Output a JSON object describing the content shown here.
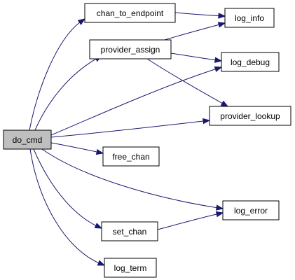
{
  "graph": {
    "nodes": [
      {
        "id": "do_cmd",
        "label": "do_cmd",
        "root": true
      },
      {
        "id": "chan_to_endpoint",
        "label": "chan_to_endpoint"
      },
      {
        "id": "provider_assign",
        "label": "provider_assign"
      },
      {
        "id": "log_info",
        "label": "log_info"
      },
      {
        "id": "log_debug",
        "label": "log_debug"
      },
      {
        "id": "provider_lookup",
        "label": "provider_lookup"
      },
      {
        "id": "free_chan",
        "label": "free_chan"
      },
      {
        "id": "log_error",
        "label": "log_error"
      },
      {
        "id": "set_chan",
        "label": "set_chan"
      },
      {
        "id": "log_term",
        "label": "log_term"
      }
    ],
    "edges": [
      {
        "from": "do_cmd",
        "to": "chan_to_endpoint"
      },
      {
        "from": "do_cmd",
        "to": "provider_assign"
      },
      {
        "from": "do_cmd",
        "to": "log_debug"
      },
      {
        "from": "do_cmd",
        "to": "provider_lookup"
      },
      {
        "from": "do_cmd",
        "to": "free_chan"
      },
      {
        "from": "do_cmd",
        "to": "log_error"
      },
      {
        "from": "do_cmd",
        "to": "set_chan"
      },
      {
        "from": "do_cmd",
        "to": "log_term"
      },
      {
        "from": "chan_to_endpoint",
        "to": "log_info"
      },
      {
        "from": "provider_assign",
        "to": "log_info"
      },
      {
        "from": "provider_assign",
        "to": "log_debug"
      },
      {
        "from": "provider_assign",
        "to": "provider_lookup"
      },
      {
        "from": "set_chan",
        "to": "log_error"
      }
    ]
  },
  "colors": {
    "edge": "#191970",
    "root_fill": "#bfbfbf",
    "node_fill": "#ffffff",
    "border": "#000000"
  }
}
